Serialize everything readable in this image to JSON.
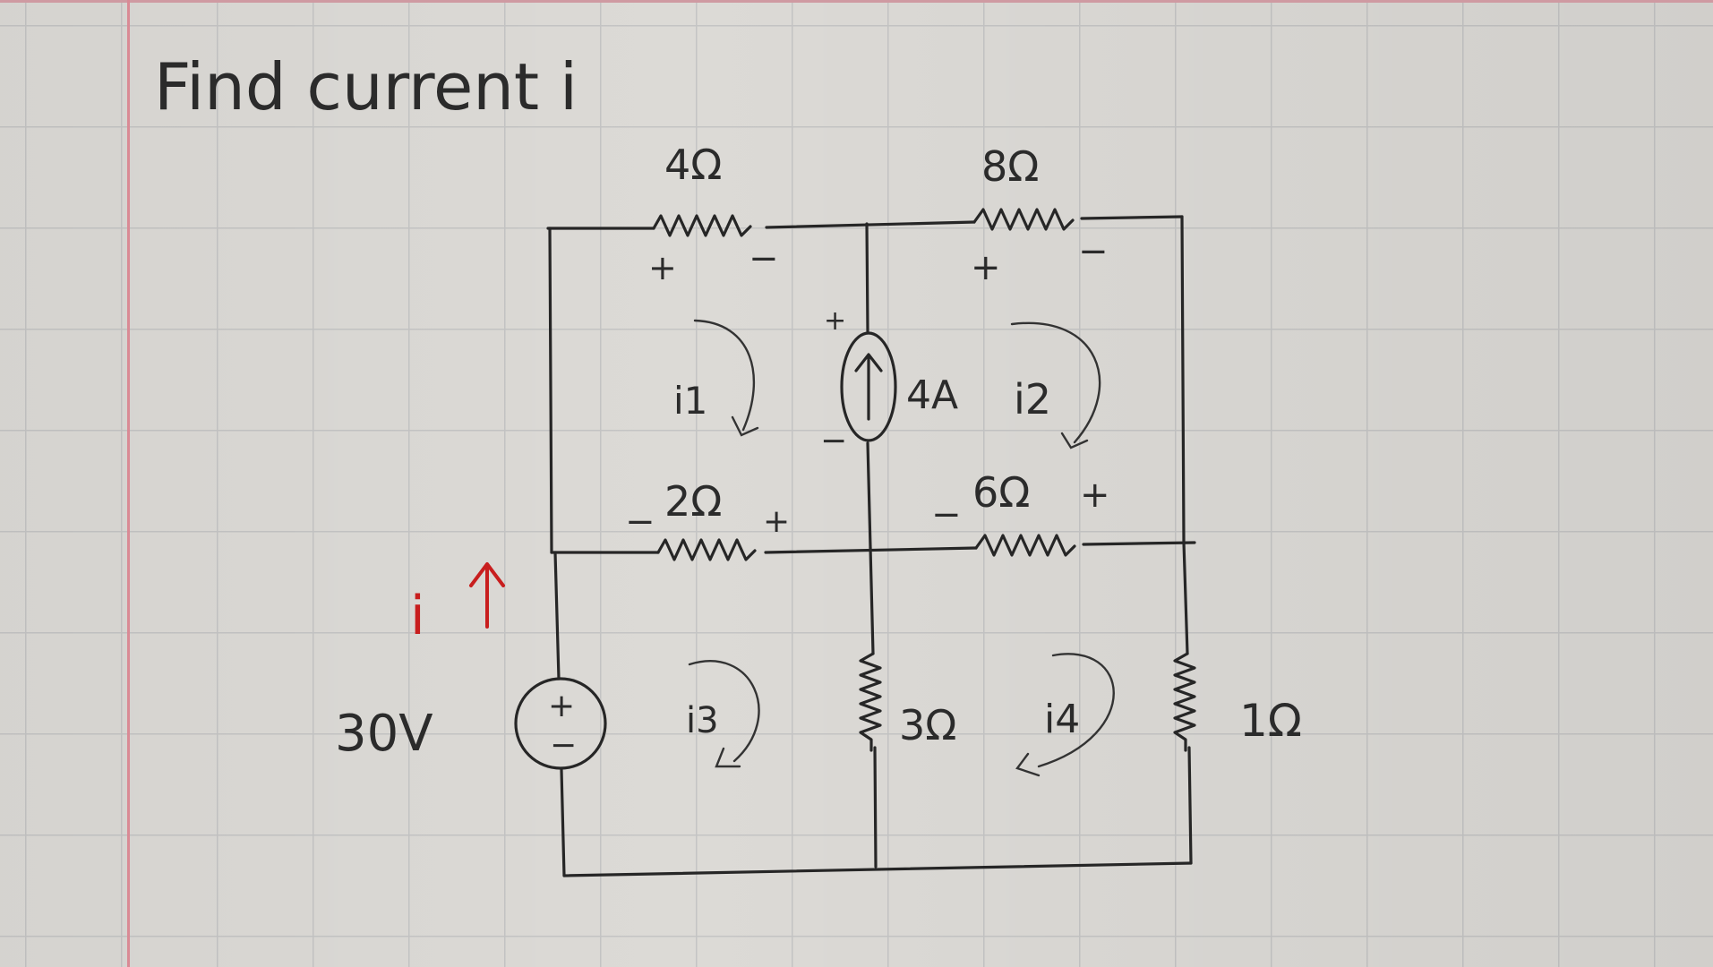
{
  "problem": {
    "title": "Find current i"
  },
  "labels": {
    "r_top_left": "4Ω",
    "r_top_right": "8Ω",
    "r_mid_left": "2Ω",
    "r_mid_right": "6Ω",
    "r_bottom_mid": "3Ω",
    "r_bottom_right": "1Ω",
    "current_source": "4A",
    "voltage_source": "30V",
    "current_i": "i",
    "mesh_1": "i1",
    "mesh_2": "i2",
    "mesh_3": "i3",
    "mesh_4": "i4",
    "plus": "+",
    "minus": "−"
  },
  "colors": {
    "ink": "#262626",
    "highlight": "#c81e1e",
    "grid": "#c4c4c4",
    "margin": "#d98a95"
  }
}
